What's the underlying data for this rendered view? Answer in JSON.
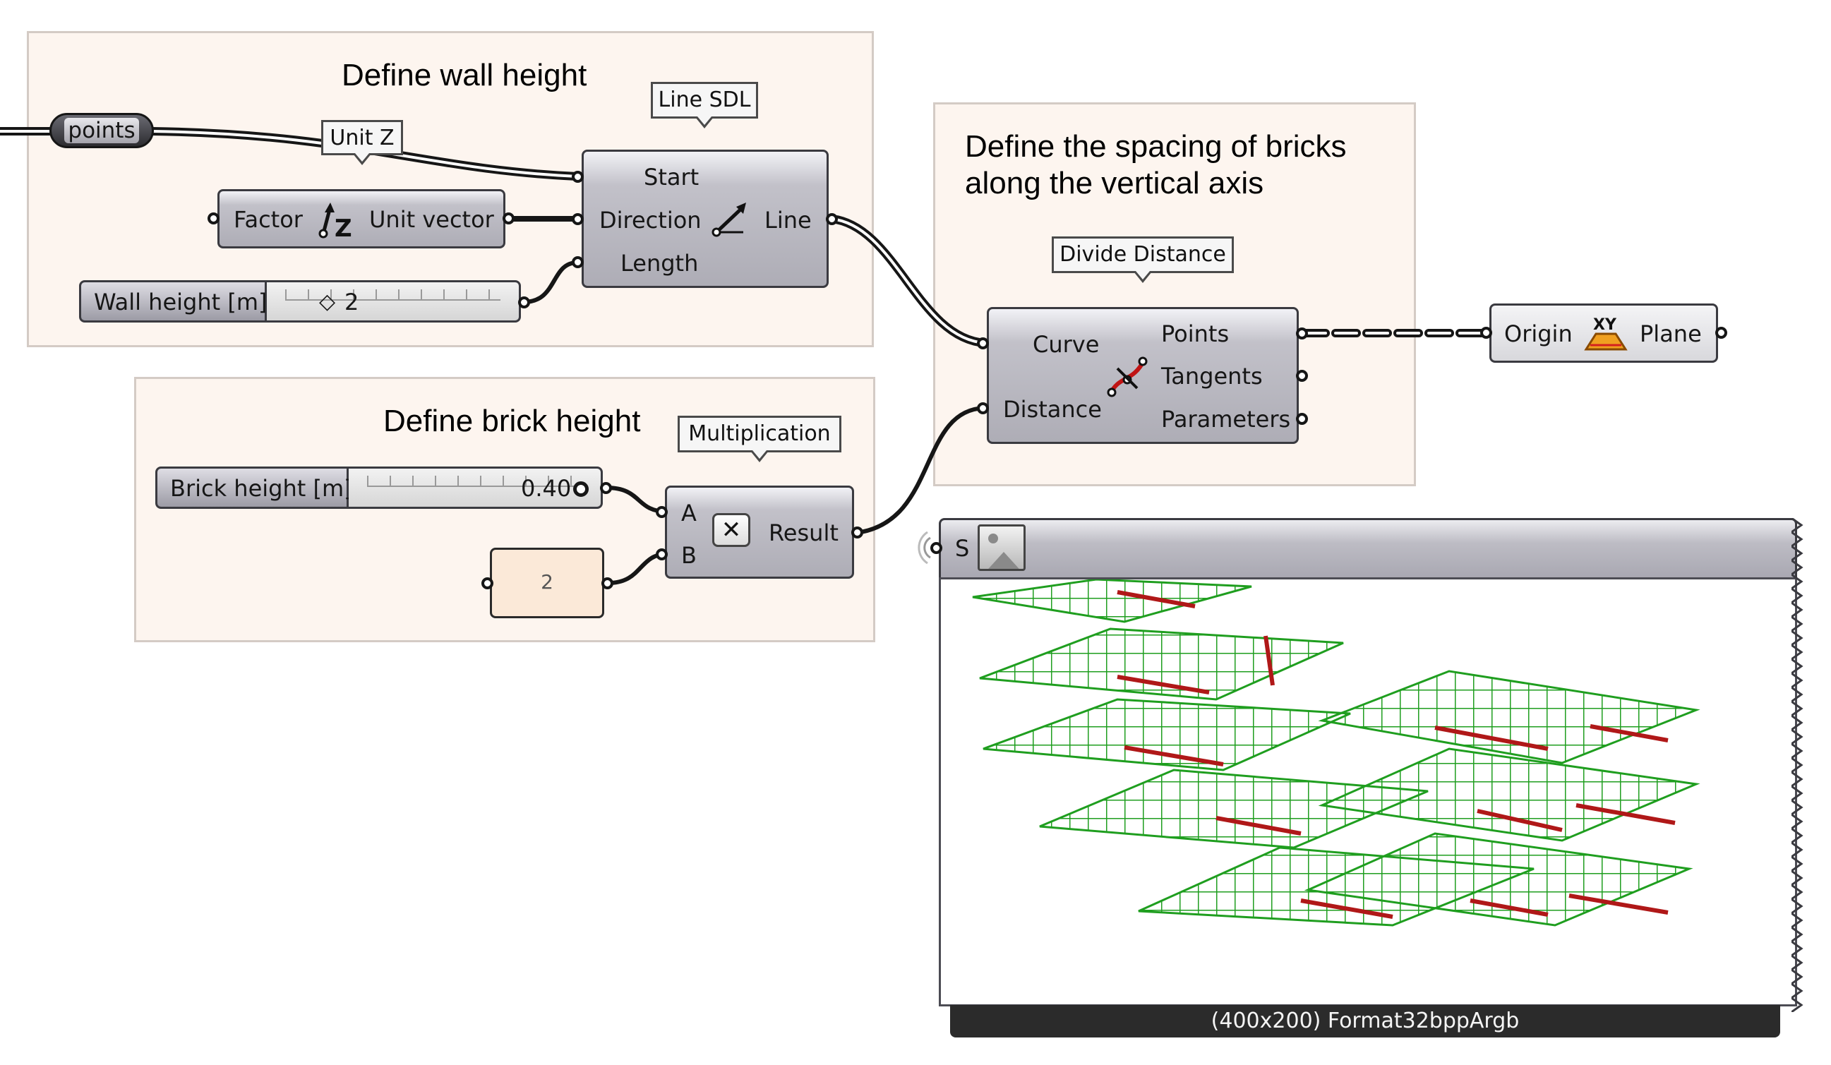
{
  "groups": {
    "wall_height": "Define wall height",
    "spacing": "Define the spacing of bricks\nalong the vertical axis",
    "brick_height": "Define brick height"
  },
  "points_param": "points",
  "unit_z": {
    "tag": "Unit Z",
    "input": "Factor",
    "output": "Unit vector",
    "icon": "unit-z-icon"
  },
  "line_sdl": {
    "tag": "Line SDL",
    "inputs": [
      "Start",
      "Direction",
      "Length"
    ],
    "output": "Line",
    "icon": "line-sdl-icon"
  },
  "wall_slider": {
    "name": "Wall height [m]",
    "value": "2",
    "marker": "◇"
  },
  "divide_distance": {
    "tag": "Divide Distance",
    "inputs": [
      "Curve",
      "Distance"
    ],
    "outputs": [
      "Points",
      "Tangents",
      "Parameters"
    ],
    "icon": "divide-distance-icon"
  },
  "xy_plane": {
    "input": "Origin",
    "output": "Plane",
    "icon": "xy-plane-icon"
  },
  "brick_slider": {
    "name": "Brick height [m]",
    "value": "0.40"
  },
  "multiplication": {
    "tag": "Multiplication",
    "inputs": [
      "A",
      "B"
    ],
    "output": "Result",
    "icon": "multiply-icon"
  },
  "panel_value": "2",
  "image_viewer": {
    "input": "S",
    "caption": "(400x200) Format32bppArgb",
    "icon": "image-icon"
  },
  "colors": {
    "group_bg": "#fdf5ef",
    "grid_green": "#1f9e1f",
    "edge_red": "#b01818",
    "panel_bg": "#fbe9d8"
  }
}
